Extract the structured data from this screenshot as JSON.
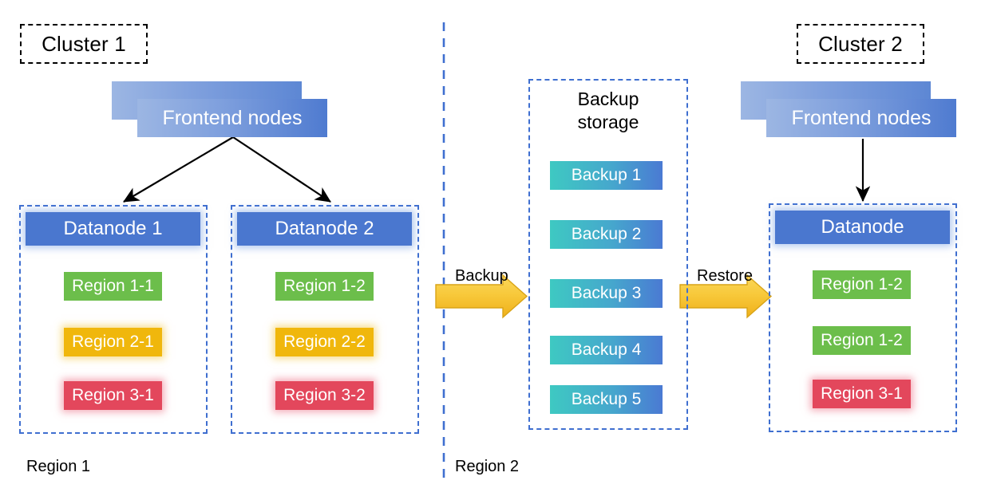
{
  "diagram": {
    "title_chips": [
      {
        "id": "cluster-1",
        "label": "Cluster 1"
      },
      {
        "id": "cluster-2",
        "label": "Cluster 2"
      }
    ],
    "frontend_label_left": "Frontend nodes",
    "frontend_label_right": "Frontend nodes",
    "cluster1": {
      "datanodes": [
        {
          "header": "Datanode 1",
          "regions": [
            {
              "label": "Region 1-1",
              "color": "#6cbe4b"
            },
            {
              "label": "Region 2-1",
              "color": "#f0b70c"
            },
            {
              "label": "Region 3-1",
              "color": "#e3475c"
            }
          ]
        },
        {
          "header": "Datanode 2",
          "regions": [
            {
              "label": "Region 1-2",
              "color": "#6cbe4b"
            },
            {
              "label": "Region 2-2",
              "color": "#f0b70c"
            },
            {
              "label": "Region 3-2",
              "color": "#e3475c"
            }
          ]
        }
      ]
    },
    "backup_storage": {
      "title_line1": "Backup",
      "title_line2": "storage",
      "items": [
        {
          "label": "Backup 1"
        },
        {
          "label": "Backup 2"
        },
        {
          "label": "Backup 3"
        },
        {
          "label": "Backup 4"
        },
        {
          "label": "Backup 5"
        }
      ]
    },
    "cluster2": {
      "datanode": {
        "header": "Datanode",
        "regions": [
          {
            "label": "Region 1-2",
            "color": "#6cbe4b"
          },
          {
            "label": "Region 1-2",
            "color": "#6cbe4b"
          },
          {
            "label": "Region 3-1",
            "color": "#e3475c"
          }
        ]
      }
    },
    "flow_arrows": [
      {
        "id": "backup-arrow",
        "label": "Backup"
      },
      {
        "id": "restore-arrow",
        "label": "Restore"
      }
    ],
    "region_tags": [
      {
        "id": "region-1",
        "label": "Region 1"
      },
      {
        "id": "region-2",
        "label": "Region 2"
      }
    ],
    "colors": {
      "dashed_blue": "#3f6fd0",
      "node_blue": "#4a77cf",
      "region_green": "#6cbe4b",
      "region_yellow": "#f0b70c",
      "region_red": "#e3475c",
      "backup_gradient_start": "#3ec9c2",
      "backup_gradient_end": "#4a7ad3",
      "flow_arrow_fill": "#f5c231",
      "frontend_gradient_start": "#9cb6e3",
      "frontend_gradient_end": "#4f7bd0",
      "connector_line": "#000000",
      "background": "#ffffff"
    }
  }
}
